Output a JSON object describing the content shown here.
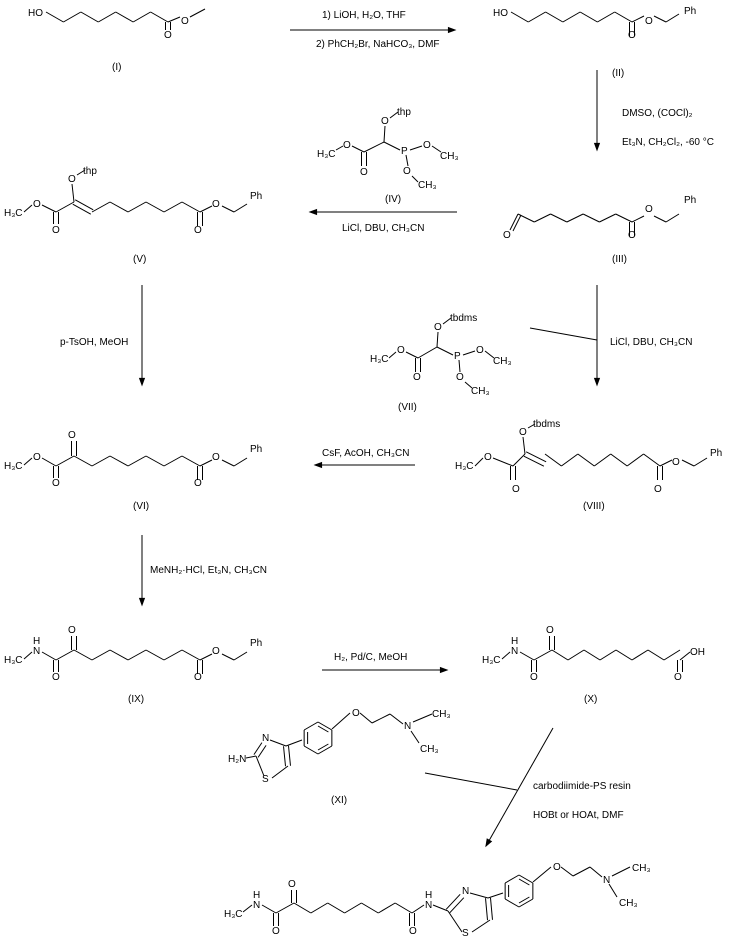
{
  "compounds": {
    "I": {
      "label": "(I)",
      "atoms": {
        "ho": "HO",
        "o1": "O",
        "o2": "O"
      }
    },
    "II": {
      "label": "(II)",
      "atoms": {
        "ho": "HO",
        "o1": "O",
        "o2": "O",
        "ph": "Ph"
      }
    },
    "III": {
      "label": "(III)",
      "atoms": {
        "o0": "O",
        "o1": "O",
        "o2": "O",
        "ph": "Ph"
      }
    },
    "IV": {
      "label": "(IV)",
      "atoms": {
        "h3c": "H₃C",
        "o1": "O",
        "o2": "O",
        "o3": "O",
        "thp": "thp",
        "p": "P",
        "o4": "O",
        "o5": "O",
        "ch3a": "CH₃",
        "ch3b": "CH₃"
      }
    },
    "V": {
      "label": "(V)",
      "atoms": {
        "h3c": "H₃C",
        "o1": "O",
        "o2": "O",
        "o3": "O",
        "thp": "thp",
        "o4": "O",
        "o5": "O",
        "ph": "Ph"
      }
    },
    "VI": {
      "label": "(VI)",
      "atoms": {
        "h3c": "H₃C",
        "o1": "O",
        "o2": "O",
        "o3": "O",
        "o4": "O",
        "o5": "O",
        "ph": "Ph"
      }
    },
    "VII": {
      "label": "(VII)",
      "atoms": {
        "h3c": "H₃C",
        "o1": "O",
        "o2": "O",
        "o3": "O",
        "tbdms": "tbdms",
        "p": "P",
        "o4": "O",
        "o5": "O",
        "ch3a": "CH₃",
        "ch3b": "CH₃"
      }
    },
    "VIII": {
      "label": "(VIII)",
      "atoms": {
        "h3c": "H₃C",
        "o1": "O",
        "o2": "O",
        "o3": "O",
        "tbdms": "tbdms",
        "o4": "O",
        "o5": "O",
        "ph": "Ph"
      }
    },
    "IX": {
      "label": "(IX)",
      "atoms": {
        "h3c": "H₃C",
        "n": "N",
        "h": "H",
        "o2": "O",
        "o3": "O",
        "o4": "O",
        "o5": "O",
        "ph": "Ph"
      }
    },
    "X": {
      "label": "(X)",
      "atoms": {
        "h3c": "H₃C",
        "n": "N",
        "h": "H",
        "o2": "O",
        "o3": "O",
        "o4": "O",
        "oh": "OH"
      }
    },
    "XI": {
      "label": "(XI)",
      "atoms": {
        "h2n": "H₂N",
        "n": "N",
        "s": "S",
        "o": "O",
        "n2": "N",
        "ch3a": "CH₃",
        "ch3b": "CH₃"
      }
    },
    "P": {
      "atoms": {
        "h3c": "H₃C",
        "n": "N",
        "h": "H",
        "o2": "O",
        "o3": "O",
        "o4": "O",
        "n3": "N",
        "h3": "H",
        "nt": "N",
        "s": "S",
        "o": "O",
        "n2": "N",
        "ch3a": "CH₃",
        "ch3b": "CH₃"
      }
    }
  },
  "reagents": {
    "step1a": "1) LiOH, H₂O, THF",
    "step1b": "2) PhCH₂Br, NaHCO₃, DMF",
    "step2a": "DMSO, (COCl)₂",
    "step2b": "Et₃N, CH₂Cl₂, -60 °C",
    "step3": "LiCl, DBU, CH₃CN",
    "step4": "LiCl, DBU, CH₃CN",
    "step5": "p-TsOH, MeOH",
    "step6": "CsF, AcOH, CH₃CN",
    "step7": "MeNH₂·HCl, Et₃N, CH₃CN",
    "step8": "H₂, Pd/C, MeOH",
    "step9a": "carbodiimide-PS resin",
    "step9b": "HOBt or HOAt, DMF"
  }
}
